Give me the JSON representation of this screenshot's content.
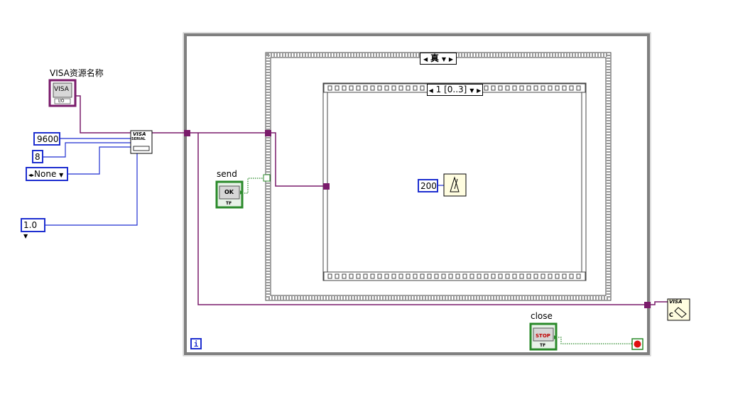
{
  "visa_resource": {
    "label": "VISA资源名称",
    "icon_text": "VISA",
    "io_text": "I/O"
  },
  "baud_rate": "9600",
  "data_bits": "8",
  "parity": {
    "value": "None"
  },
  "timeout": {
    "value": "1.0"
  },
  "serial_config": {
    "line1": "VISA",
    "line2": "SERIAL"
  },
  "send_button": {
    "label": "send",
    "text": "OK",
    "tf": "TF"
  },
  "outer_case": {
    "selector": "真"
  },
  "inner_sequence": {
    "selector": "1 [0..3]"
  },
  "wait_ms": "200",
  "close_button": {
    "label": "close",
    "text": "STOP",
    "tf": "TF"
  },
  "visa_close": {
    "line1": "VISA",
    "line2": "C"
  },
  "loop_iteration": "i",
  "colors": {
    "wire_visa": "#7a1b6b",
    "wire_num": "#1e2fd0",
    "wire_bool": "#2a8a2a",
    "loop_frame": "#7f7f7f"
  }
}
